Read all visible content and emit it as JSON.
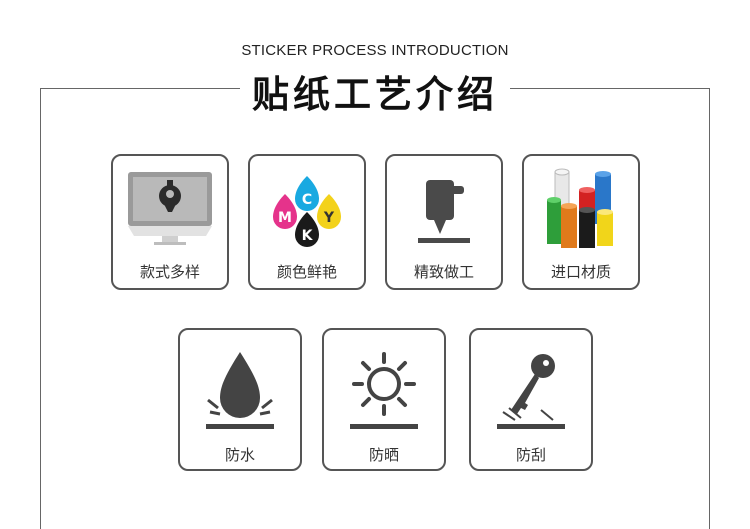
{
  "header": {
    "subtitle": "STICKER PROCESS INTRODUCTION",
    "title": "贴纸工艺介绍"
  },
  "features_row1": [
    {
      "label": "款式多样",
      "icon": "monitor-icon"
    },
    {
      "label": "颜色鲜艳",
      "icon": "cmyk-ink-icon"
    },
    {
      "label": "精致做工",
      "icon": "cutting-plotter-icon"
    },
    {
      "label": "进口材质",
      "icon": "vinyl-rolls-icon"
    }
  ],
  "features_row2": [
    {
      "label": "防水",
      "icon": "water-drop-icon"
    },
    {
      "label": "防晒",
      "icon": "sun-icon"
    },
    {
      "label": "防刮",
      "icon": "key-scratch-icon"
    }
  ],
  "cmyk_letters": [
    "C",
    "M",
    "Y",
    "K"
  ],
  "colors": {
    "cyan": "#19a9e1",
    "magenta": "#e5338b",
    "yellow": "#f3d21b",
    "black": "#1a1a1a",
    "icon_gray": "#555555"
  }
}
